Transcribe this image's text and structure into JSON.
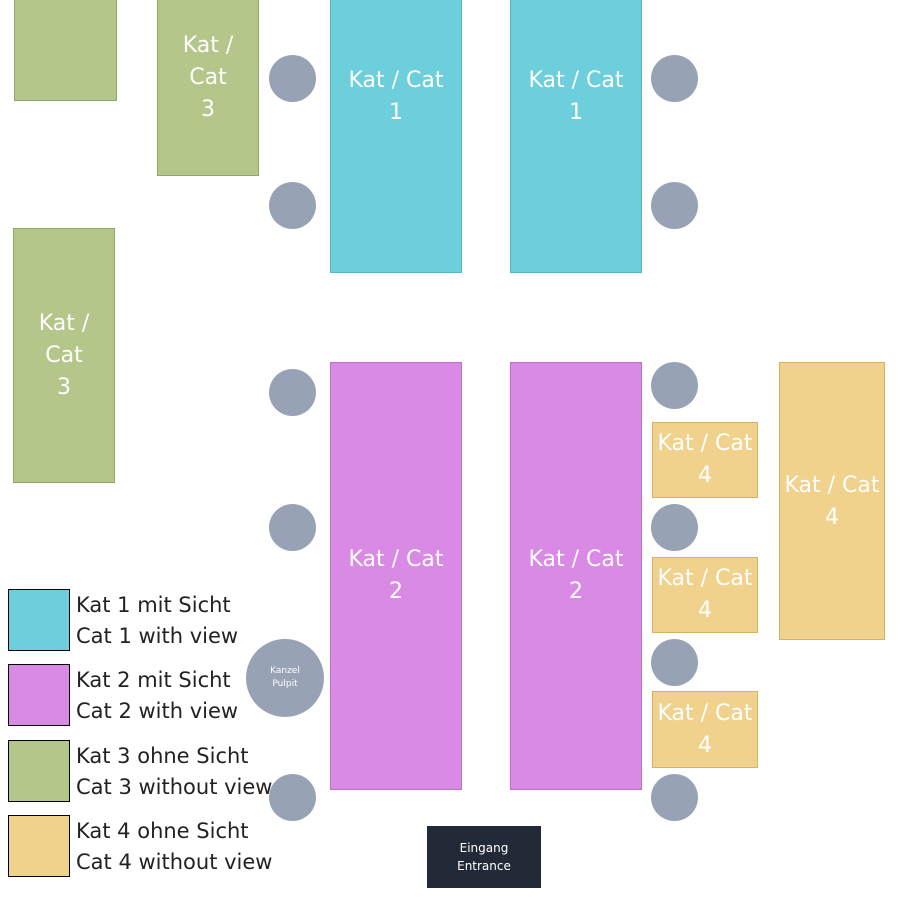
{
  "cat1": {
    "line1": "Kat / Cat",
    "line2": "1"
  },
  "cat2": {
    "line1": "Kat / Cat",
    "line2": "2"
  },
  "cat3": {
    "line1": "Kat /",
    "line2": "Cat",
    "line3": "3"
  },
  "cat4": {
    "line1": "Kat / Cat",
    "line2": "4"
  },
  "pulpit": {
    "line1": "Kanzel",
    "line2": "Pulpit"
  },
  "entrance": {
    "line1": "Eingang",
    "line2": "Entrance"
  },
  "legend": [
    {
      "de": "Kat 1 mit Sicht",
      "en": "Cat 1 with view",
      "color": "#6dcfdb"
    },
    {
      "de": "Kat 2 mit Sicht",
      "en": "Cat 2 with view",
      "color": "#d98ae4"
    },
    {
      "de": "Kat 3 ohne Sicht",
      "en": "Cat 3 without view",
      "color": "#b4c689"
    },
    {
      "de": "Kat 4 ohne Sicht",
      "en": "Cat 4 without view",
      "color": "#f0d28d"
    }
  ],
  "colors": {
    "pillar": "#97a3b5",
    "entrance": "#232a37"
  }
}
